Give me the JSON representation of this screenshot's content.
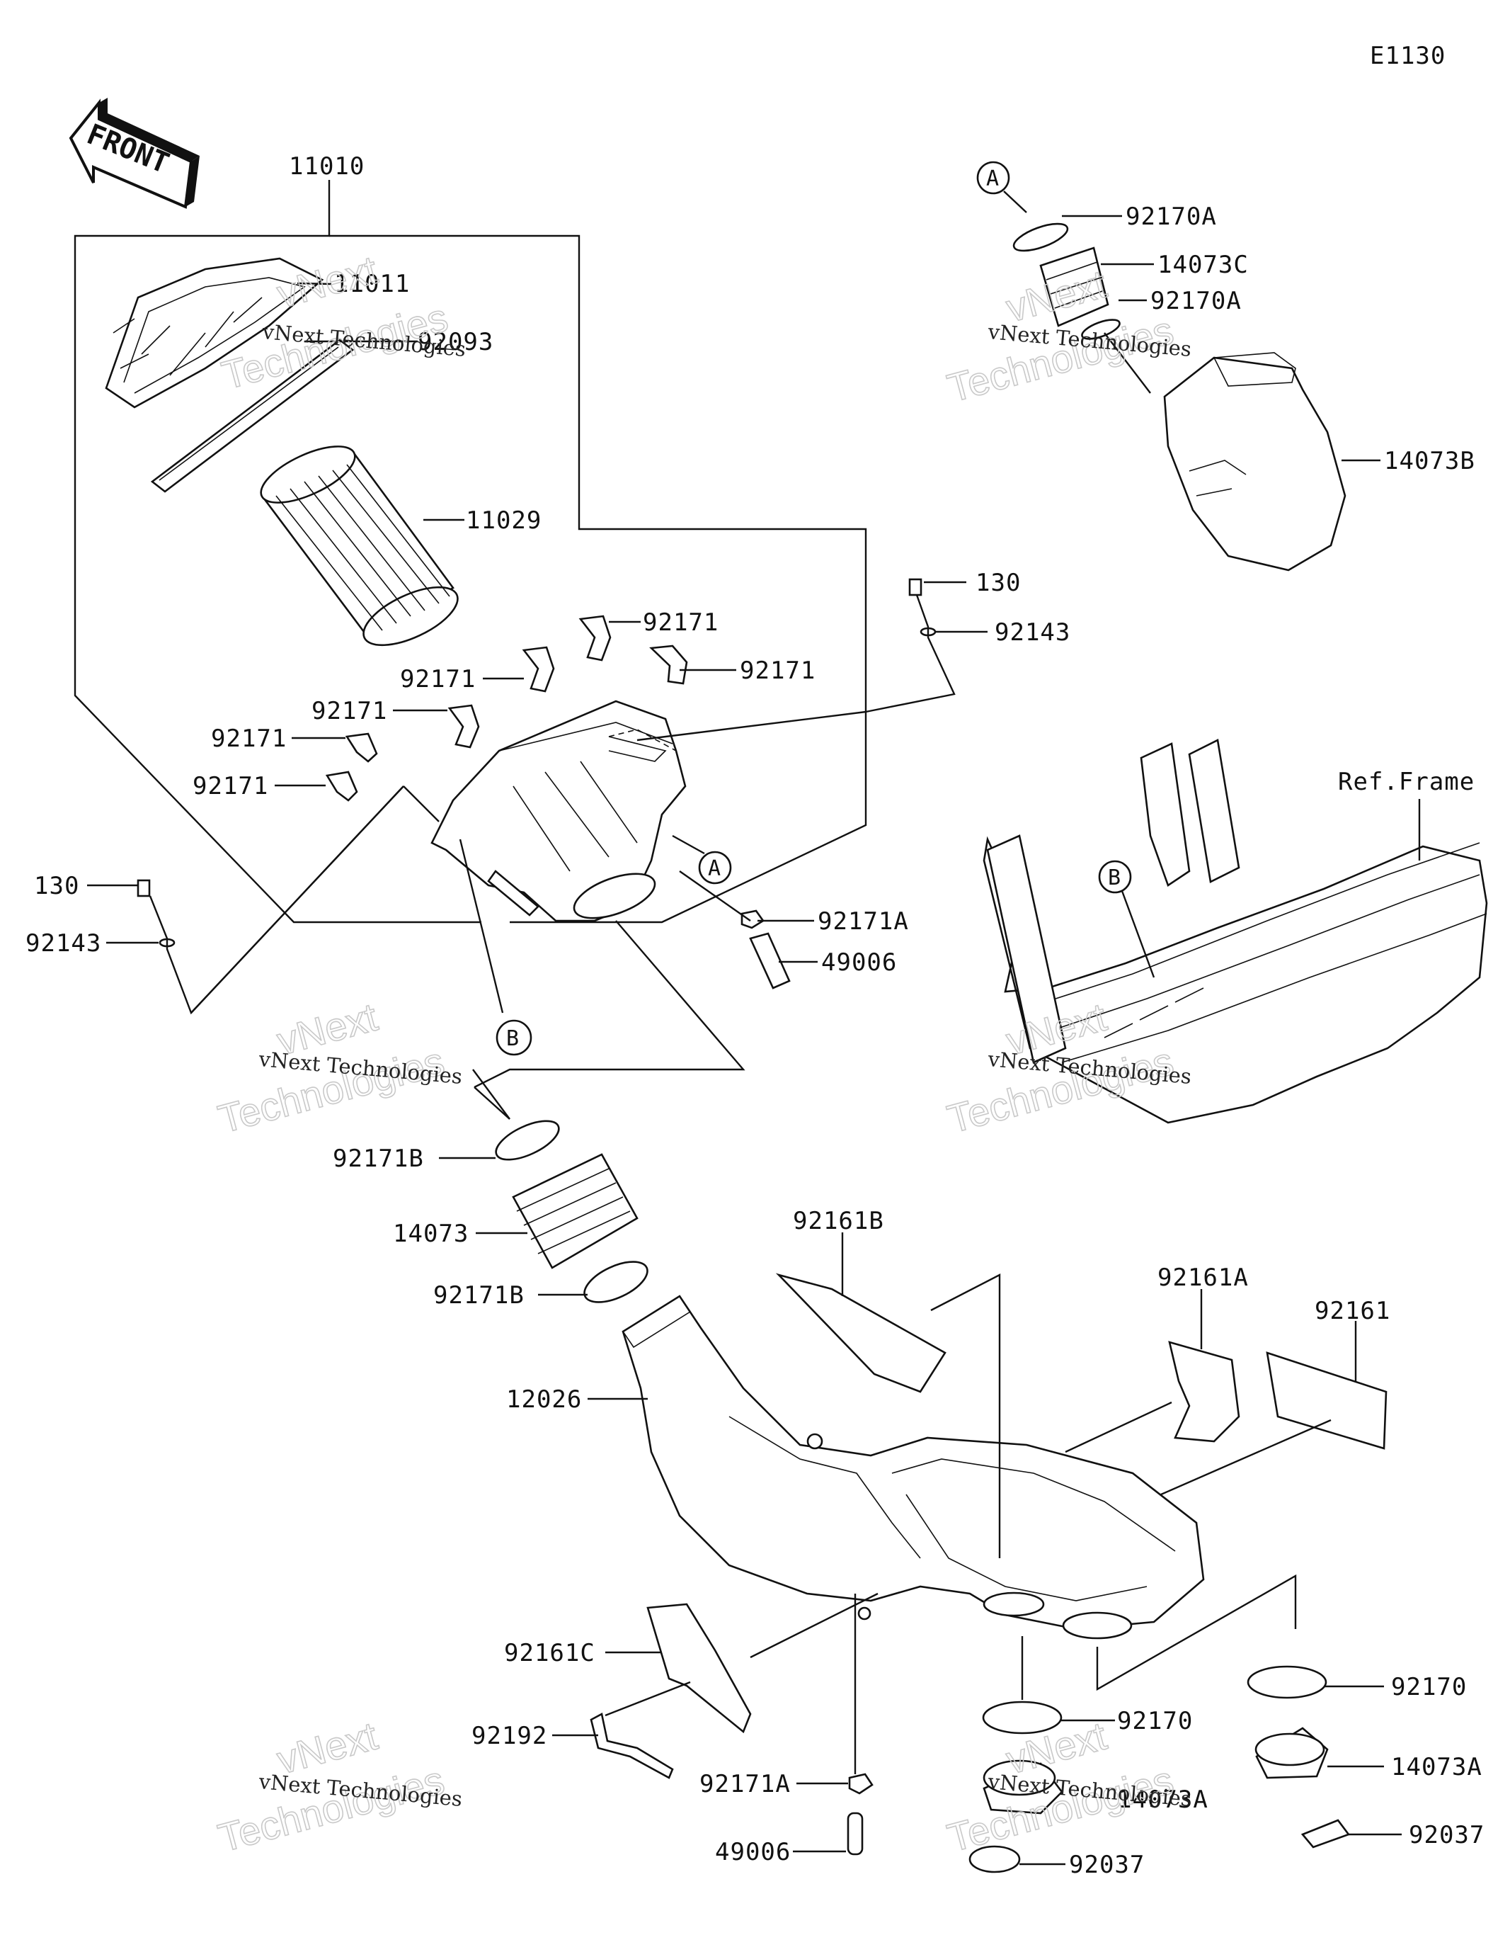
{
  "diagram_code": "E1130",
  "front_arrow_label": "FRONT",
  "ref_frame_label": "Ref.Frame",
  "callouts": {
    "a": "A",
    "b": "B"
  },
  "parts": {
    "p11010": "11010",
    "p11011": "11011",
    "p92093": "92093",
    "p11029": "11029",
    "p92171": "92171",
    "p130": "130",
    "p92143": "92143",
    "p92171A": "92171A",
    "p49006": "49006",
    "p92171B": "92171B",
    "p14073": "14073",
    "p12026": "12026",
    "p92161B": "92161B",
    "p92161A": "92161A",
    "p92161": "92161",
    "p92161C": "92161C",
    "p92192": "92192",
    "p92170": "92170",
    "p14073A": "14073A",
    "p92037": "92037",
    "p92170A": "92170A",
    "p14073C": "14073C",
    "p14073B": "14073B"
  },
  "watermark": {
    "line1": "vNext",
    "line2": "Technologies",
    "small": "vNext Technologies"
  }
}
